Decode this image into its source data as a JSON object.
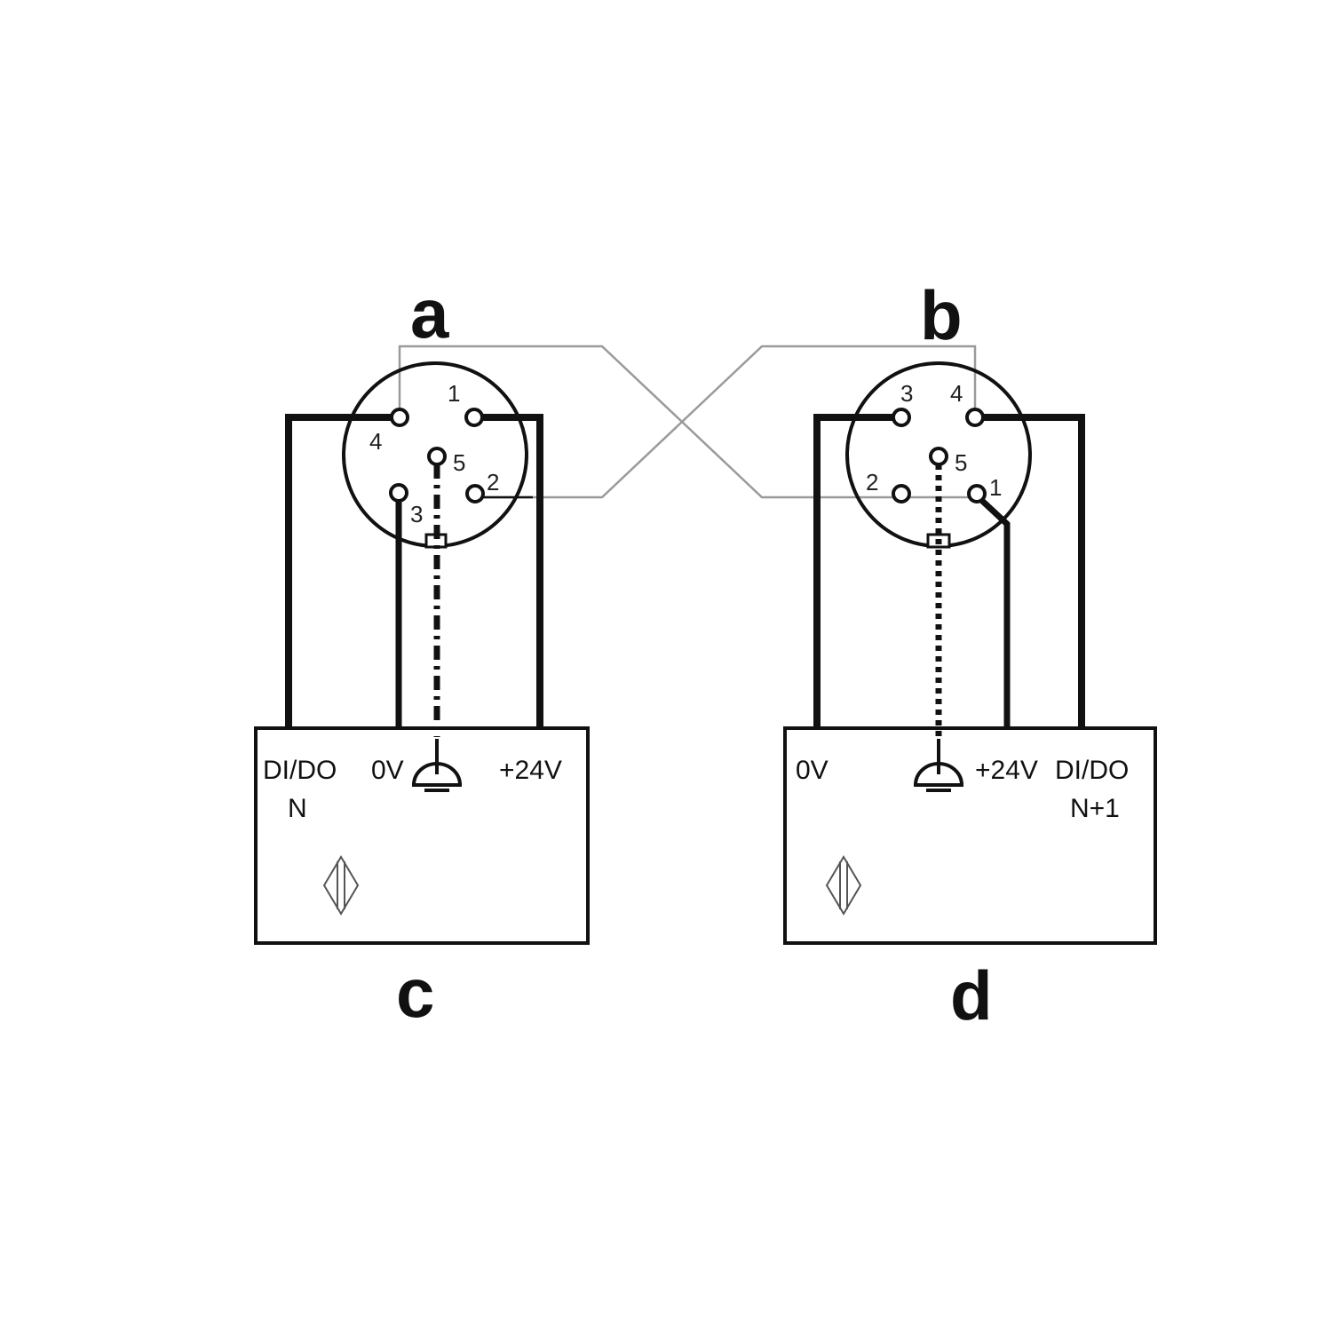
{
  "labels": {
    "connector_left": "a",
    "connector_right": "b",
    "device_left": "c",
    "device_right": "d"
  },
  "connector_left_pins": {
    "p1": "1",
    "p2": "2",
    "p3": "3",
    "p4": "4",
    "p5": "5"
  },
  "connector_right_pins": {
    "p1": "1",
    "p2": "2",
    "p3": "3",
    "p4": "4",
    "p5": "5"
  },
  "device_left_terminals": {
    "dido": "DI/DO",
    "dido_index": "N",
    "zero_v": "0V",
    "plus_24v": "+24V"
  },
  "device_right_terminals": {
    "zero_v": "0V",
    "plus_24v": "+24V",
    "dido": "DI/DO",
    "dido_index": "N+1"
  },
  "colors": {
    "line": "#111111",
    "crossover_cable": "#9a9a9a"
  },
  "icons": {
    "ground": "earth-ground-icon",
    "sensor": "inductive-sensor-icon"
  }
}
